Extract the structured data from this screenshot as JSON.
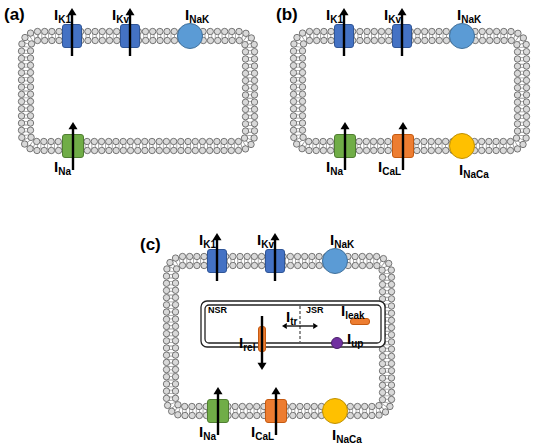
{
  "diagram": {
    "nodes": [
      {
        "text": [
          "(a)"
        ]
      },
      {
        "text": [
          "IK1"
        ],
        "in": 0
      },
      {
        "text": [
          "IKv"
        ],
        "in": 0
      },
      {
        "text": [
          "INaK"
        ],
        "in": 0
      },
      {
        "text": [
          "INa"
        ],
        "in": 0
      },
      {
        "text": [
          "(b)"
        ]
      },
      {
        "text": [
          "IK1"
        ],
        "in": 5
      },
      {
        "text": [
          "IKv"
        ],
        "in": 5
      },
      {
        "text": [
          "INaK"
        ],
        "in": 5
      },
      {
        "text": [
          "INa"
        ],
        "in": 5
      },
      {
        "text": [
          "ICaL"
        ],
        "in": 5
      },
      {
        "text": [
          "INaCa"
        ],
        "in": 5
      },
      {
        "text": [
          "(c)"
        ]
      },
      {
        "text": [
          "IK1"
        ],
        "in": 12
      },
      {
        "text": [
          "IKv"
        ],
        "in": 12
      },
      {
        "text": [
          "INaK"
        ],
        "in": 12
      },
      {
        "text": [
          "NSR",
          "JSR"
        ],
        "in": 12
      },
      {
        "text": [
          "Ileak"
        ],
        "in": 16
      },
      {
        "text": [
          "Iup"
        ],
        "in": 16
      },
      {
        "text": [
          "Irel"
        ],
        "in": 16
      },
      {
        "text": [
          "INa"
        ],
        "in": 12
      },
      {
        "text": [
          "ICaL"
        ],
        "in": 12
      },
      {
        "text": [
          "INaCa"
        ],
        "in": 12
      }
    ],
    "labels": [
      "Itr"
    ]
  }
}
